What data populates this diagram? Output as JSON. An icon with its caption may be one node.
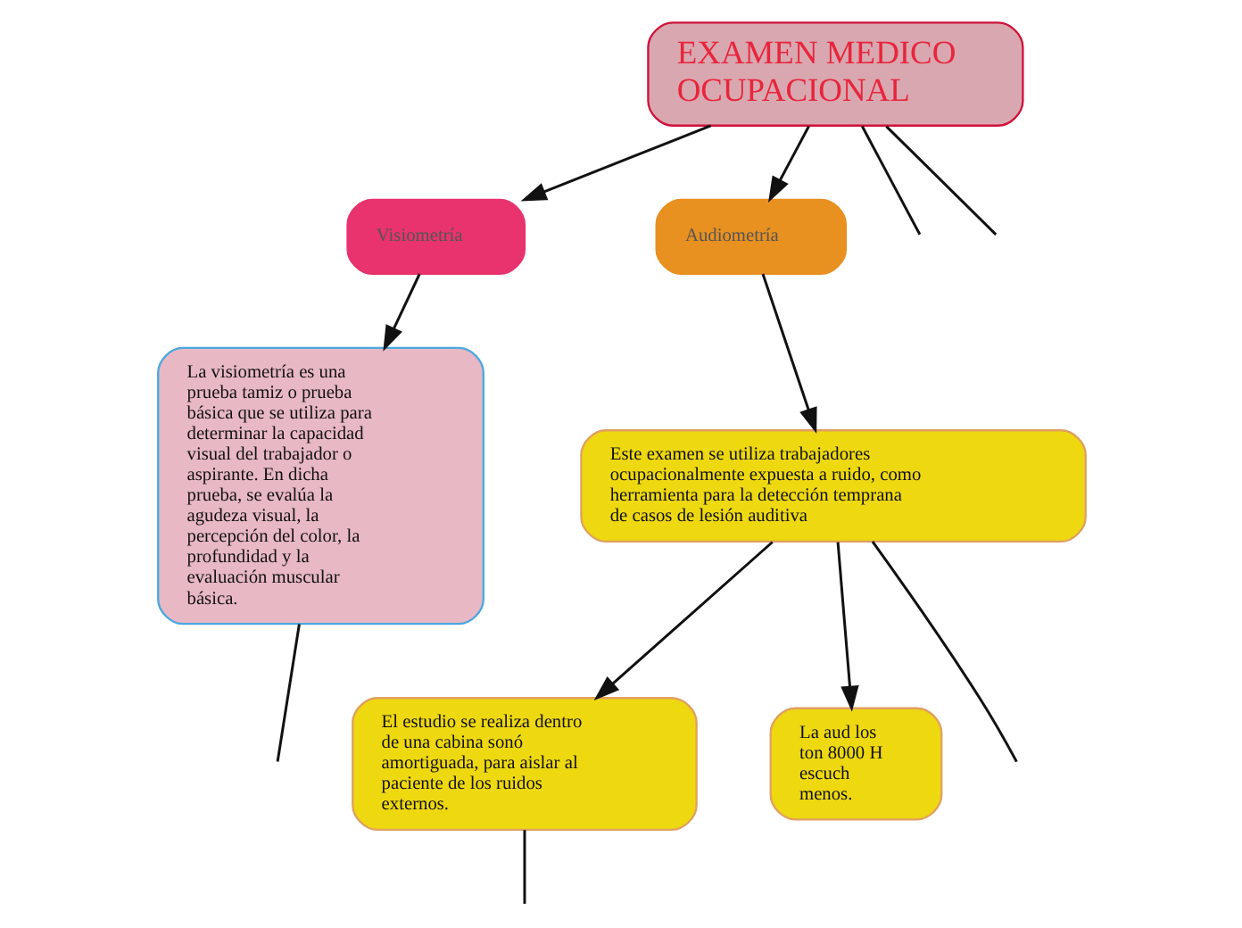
{
  "diagram": {
    "nodes": [
      {
        "text": [
          "EXAMEN MEDICO OCUPACIONAL"
        ]
      },
      {
        "text": [
          "Visiometría"
        ]
      },
      {
        "text": [
          "La visiometría es una prueba tamiz o prueba básica que se utiliza para determinar la capacidad visual del trabajador o aspirante. En dicha prueba, se evalúa la agudeza visual, la percepción del color, la profundidad y la evaluación muscular básica."
        ]
      },
      {
        "text": [
          "Audiometría"
        ]
      },
      {
        "text": [
          "Este examen se utiliza trabajadores ocupacionalmente expuesta a ruido, como herramienta para la detección temprana de casos de lesión auditiva"
        ]
      },
      {
        "text": [
          "El estudio se realiza dentro de una cabina sonó amortiguada, para aislar al paciente de los ruidos externos."
        ]
      },
      {
        "text": [
          "La aud los ton 8000 H escuch menos."
        ]
      }
    ],
    "edges": [
      {
        "from": 0,
        "to": null,
        "arrow": "none"
      },
      {
        "from": 0,
        "to": 1,
        "arrow": "to"
      },
      {
        "from": 0,
        "to": 3,
        "arrow": "to"
      },
      {
        "from": 0,
        "to": null,
        "arrow": "none"
      },
      {
        "from": 1,
        "to": 2,
        "arrow": "to"
      },
      {
        "from": 2,
        "to": null,
        "arrow": "none"
      },
      {
        "from": 3,
        "to": 4,
        "arrow": "to"
      },
      {
        "from": 4,
        "to": 5,
        "arrow": "to"
      },
      {
        "from": 4,
        "to": null,
        "arrow": "none"
      },
      {
        "from": 4,
        "to": 6,
        "arrow": "to"
      },
      {
        "from": 5,
        "to": null,
        "arrow": "none"
      }
    ]
  }
}
